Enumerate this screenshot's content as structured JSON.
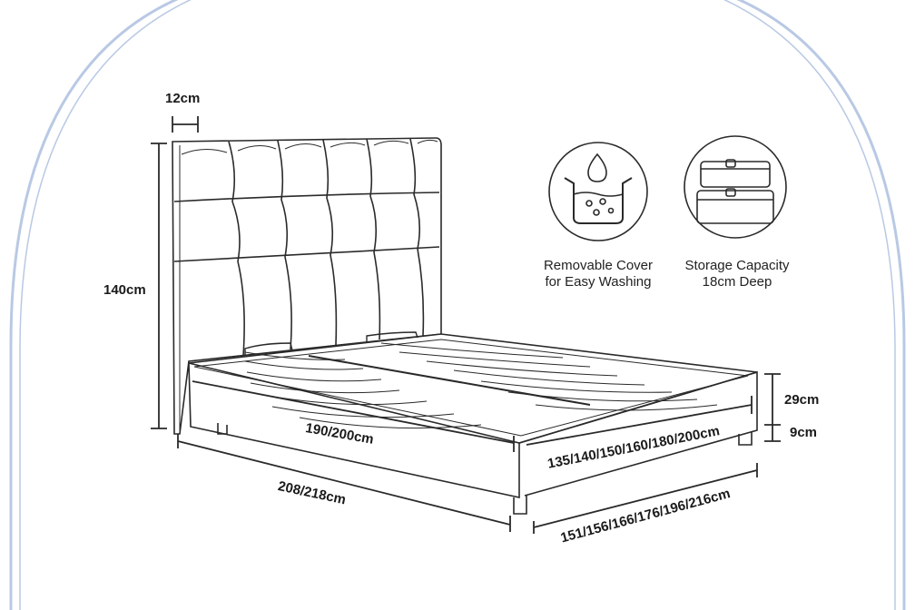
{
  "dimensions": {
    "headboard_thickness": "12cm",
    "headboard_height": "140cm",
    "frame_height": "29cm",
    "leg_height": "9cm",
    "inner_length": "190/200cm",
    "inner_width": "135/140/150/160/180/200cm",
    "outer_length": "208/218cm",
    "outer_width": "151/156/166/176/196/216cm"
  },
  "features": [
    {
      "icon": "washing-basin-icon",
      "line1": "Removable Cover",
      "line2": "for Easy Washing"
    },
    {
      "icon": "storage-containers-icon",
      "line1": "Storage Capacity",
      "line2": "18cm Deep"
    }
  ],
  "colors": {
    "arch": "#b9c9e4",
    "line": "#2a2a2a"
  }
}
